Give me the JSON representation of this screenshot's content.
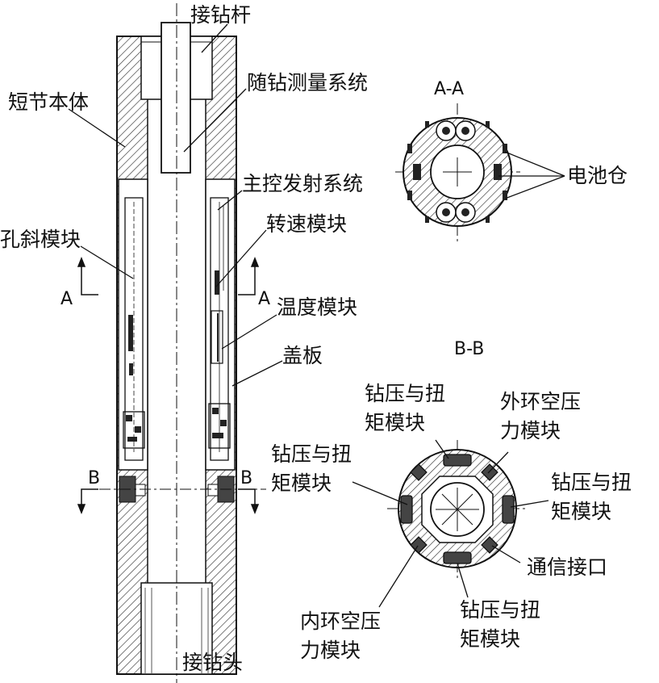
{
  "labels": {
    "drill_rod": "接钻杆",
    "sub_body": "短节本体",
    "mwd_system": "随钻测量系统",
    "main_control": "主控发射系统",
    "speed_module": "转速模块",
    "inclination_module": "孔斜模块",
    "temperature_module": "温度模块",
    "cover_plate": "盖板",
    "drill_bit": "接钻头",
    "battery": "电池仓",
    "wob_torque_line1": "钻压与扭",
    "wob_torque_line2": "矩模块",
    "outer_annulus_line1": "外环空压",
    "outer_annulus_line2": "力模块",
    "inner_annulus_line1": "内环空压",
    "inner_annulus_line2": "力模块",
    "comm_port": "通信接口"
  },
  "sections": {
    "aa_title": "A-A",
    "bb_title": "B-B",
    "a_mark": "A",
    "b_mark": "B"
  },
  "colors": {
    "line": "#111111",
    "hatch": "#333333",
    "background": "#ffffff"
  }
}
